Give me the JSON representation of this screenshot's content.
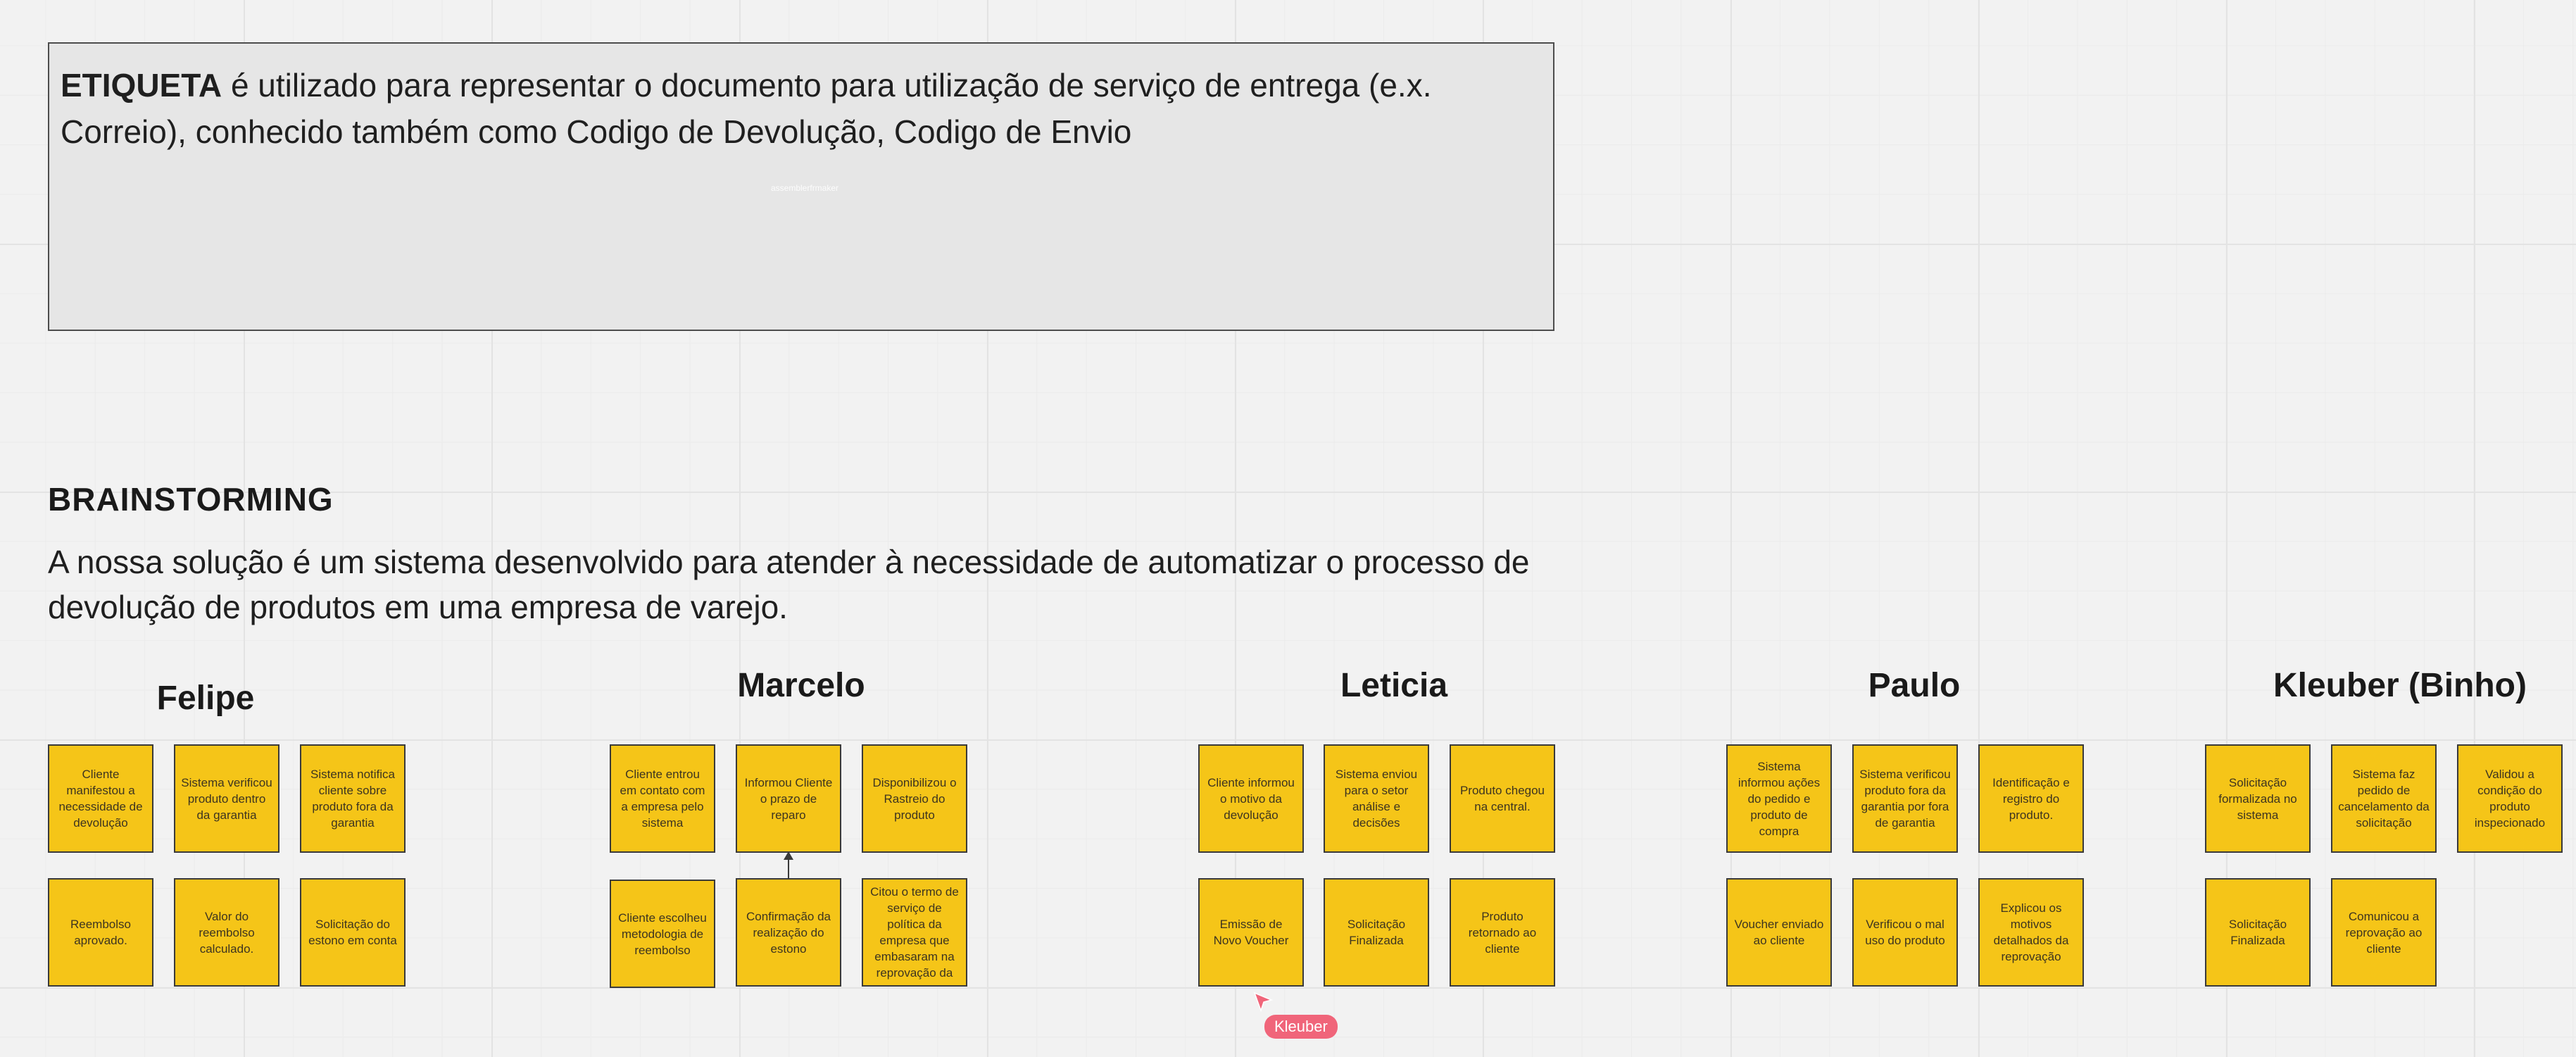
{
  "info_box": {
    "term": "ETIQUETA",
    "text": "é utilizado para representar o documento para utilização de serviço de entrega (e.x. Correio), conhecido também como Codigo de Devolução, Codigo de Envio",
    "watermark": "assemblerfrmaker"
  },
  "brainstorming": {
    "title": "BRAINSTORMING",
    "description": "A nossa solução é um sistema desenvolvido para atender à necessidade de automatizar o processo de devolução de produtos em uma empresa de varejo."
  },
  "groups": [
    {
      "name": "Felipe",
      "notes": [
        "Cliente manifestou a necessidade de devolução",
        "Sistema verificou produto dentro da garantia",
        "Sistema notifica cliente sobre produto fora da garantia",
        "Reembolso aprovado.",
        "Valor do reembolso calculado.",
        "Solicitação do estono em conta"
      ]
    },
    {
      "name": "Marcelo",
      "notes": [
        "Cliente entrou em contato com a empresa pelo sistema",
        "Informou Cliente o prazo de reparo",
        "Disponibilizou  o Rastreio do produto",
        "Cliente escolheu metodologia de reembolso",
        "Confirmação da realização do estono",
        "Citou o termo de serviço de política da empresa que embasaram na reprovação da"
      ]
    },
    {
      "name": "Leticia",
      "notes": [
        "Cliente informou o motivo da devolução",
        "Sistema enviou para o setor análise e decisões",
        "Produto chegou na central.",
        "Emissão de Novo Voucher",
        "Solicitação Finalizada",
        "Produto retornado ao cliente"
      ]
    },
    {
      "name": "Paulo",
      "notes": [
        "Sistema informou ações do pedido e produto de compra",
        "Sistema verificou produto fora da garantia por fora de garantia",
        "Identificação e registro do produto.",
        "Voucher enviado ao cliente",
        "Verificou o mal uso do produto",
        "Explicou os motivos detalhados da reprovação"
      ]
    },
    {
      "name": "Kleuber (Binho)",
      "notes": [
        "Solicitação formalizada no sistema",
        "Sistema faz pedido de cancelamento da solicitação",
        "Validou a condição do produto inspecionado",
        "Solicitação Finalizada",
        "Comunicou a reprovação ao cliente"
      ]
    }
  ],
  "cursor": {
    "user": "Kleuber",
    "color": "#f0657a"
  },
  "colors": {
    "sticky": "#f5c518",
    "canvas": "#f2f2f2"
  }
}
